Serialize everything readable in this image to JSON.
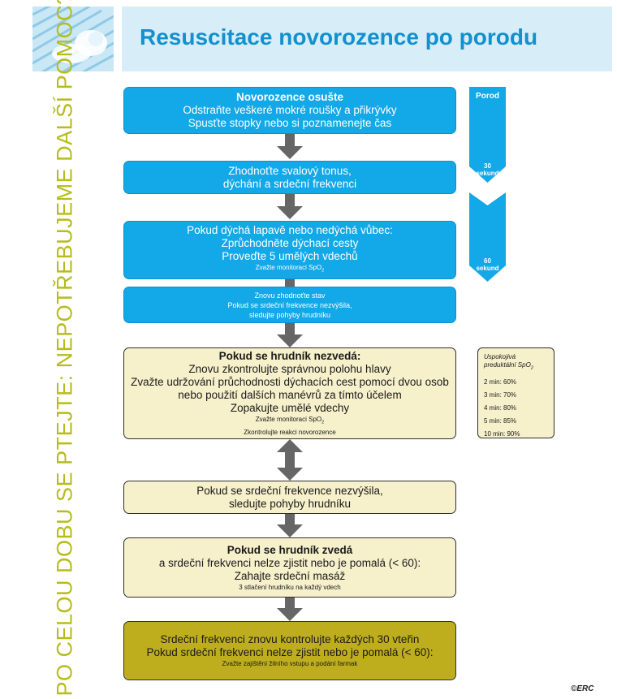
{
  "header": {
    "title": "Resuscitace novorozence po porodu"
  },
  "side_text": "PO CELOU DOBU SE PTEJTE: NEPOTŘEBUJEME DALŠÍ POMOC?",
  "steps": [
    {
      "lines": [
        "Novorozence osušte",
        "Odstraňte veškeré mokré roušky a přikrývky",
        "Spusťte stopky nebo si poznamenejte čas"
      ]
    },
    {
      "lines": [
        "Zhodnoťte svalový tonus,",
        "dýchání a srdeční frekvenci"
      ]
    },
    {
      "lines": [
        "Pokud dýchá lapavě nebo nedýchá vůbec:",
        "Zprůchodněte dýchací cesty",
        "Proveďte 5 umělých vdechů"
      ],
      "small_prefix": "Zvažte monitoraci SpO",
      "small_sub": "2"
    },
    {
      "lines": [
        "Znovu zhodnoťte stav",
        "Pokud se srdeční frekvence nezvýšila,",
        "sledujte pohyby hrudníku"
      ]
    },
    {
      "title": "Pokud se hrudník nezvedá:",
      "lines": [
        "Znovu zkontrolujte správnou polohu hlavy",
        "Zvažte udržování průchodnosti dýchacích cest pomocí dvou osob",
        "nebo použití dalších manévrů za tímto účelem",
        "Zopakujte umělé vdechy"
      ],
      "small1_prefix": "Zvažte monitoraci SpO",
      "small1_sub": "2",
      "small2": "Zkontrolujte reakci novorozence"
    },
    {
      "lines": [
        "Pokud se srdeční frekvence nezvýšila,",
        "sledujte pohyby hrudníku"
      ]
    },
    {
      "title": "Pokud se hrudník zvedá",
      "lines": [
        "a srdeční frekvenci nelze zjistit nebo je pomalá (< 60):",
        "Zahajte srdeční masáž"
      ],
      "small": "3 stlačení hrudníku na každý vdech"
    },
    {
      "lines": [
        "Srdeční frekvenci znovu kontrolujte každých 30 vteřin",
        "Pokud srdeční frekvenci nelze zjistit nebo je pomalá (< 60):"
      ],
      "small": "Zvažte zajištění žilního vstupu a podání farmak"
    }
  ],
  "timeline": {
    "top_label": "Porod",
    "marks": [
      {
        "num": "30",
        "unit": "sekund"
      },
      {
        "num": "60",
        "unit": "sekund"
      }
    ]
  },
  "spo2_table": {
    "title_line1": "Uspokojivá",
    "title_line2_prefix": "preduktální SpO",
    "title_line2_sub": "2",
    "rows": [
      "2 min: 60%",
      "3 min: 70%",
      "4 min: 80%",
      "5 min: 85%",
      "10 min: 90%"
    ]
  },
  "footer": {
    "credit": "©ERC"
  },
  "colors": {
    "blue": "#13a8e8",
    "beige": "#f6f0cb",
    "olive": "#beae1e",
    "title_blue": "#1290d0",
    "side_text": "#b7bc1c",
    "arrow": "#666666"
  }
}
